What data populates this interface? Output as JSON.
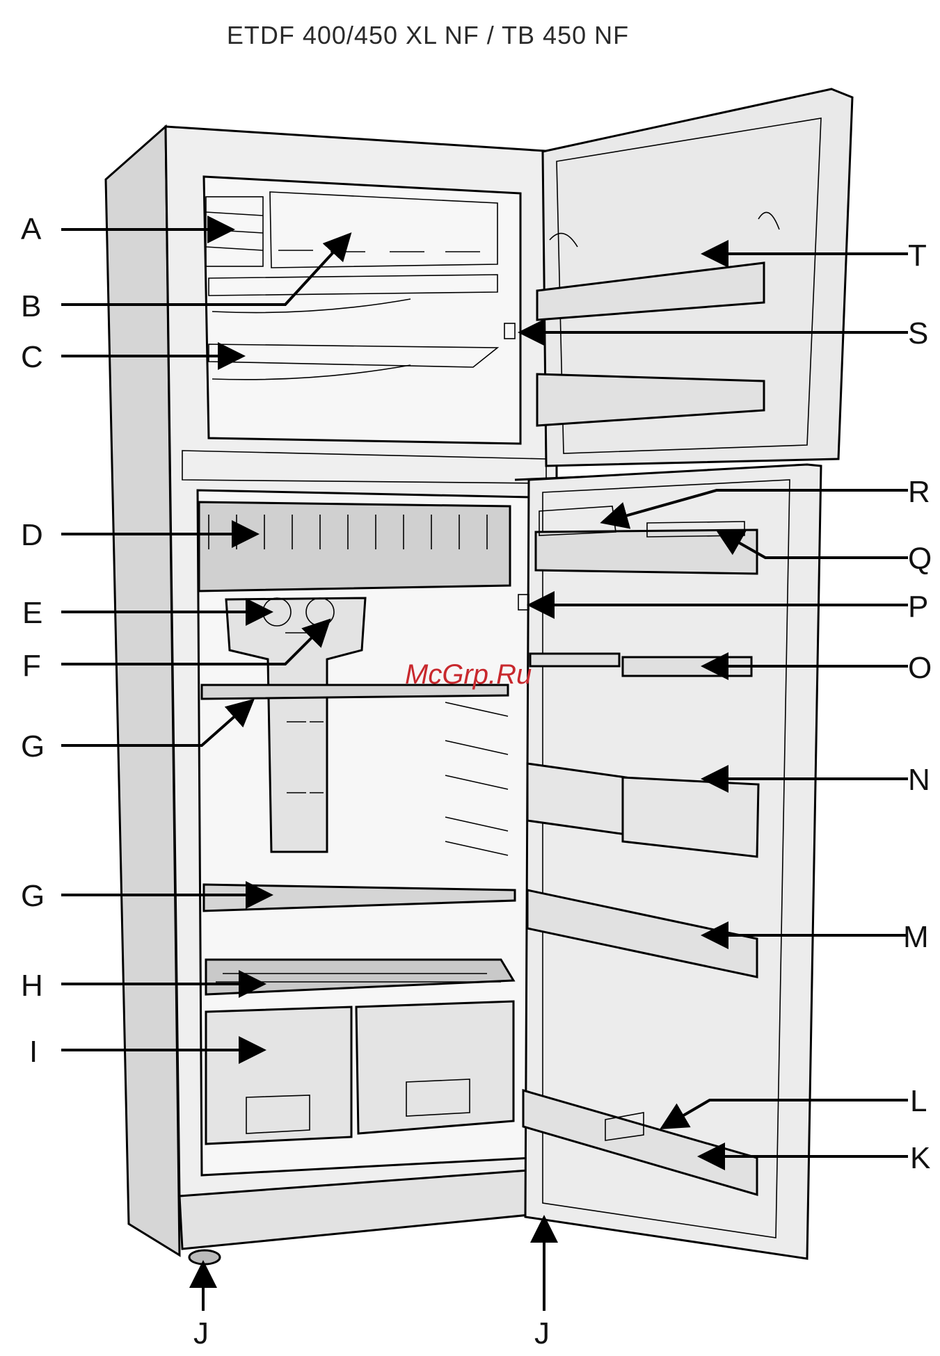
{
  "title": "ETDF 400/450 XL NF  /  TB 450 NF",
  "watermark": "McGrp.Ru",
  "labels": {
    "A": "A",
    "B": "B",
    "C": "C",
    "D": "D",
    "E": "E",
    "F": "F",
    "G1": "G",
    "G2": "G",
    "H": "H",
    "I": "I",
    "J1": "J",
    "J2": "J",
    "K": "K",
    "L": "L",
    "M": "M",
    "N": "N",
    "O": "O",
    "P": "P",
    "Q": "Q",
    "R": "R",
    "S": "S",
    "T": "T"
  },
  "colors": {
    "watermark": "#c8282d",
    "ink": "#111111",
    "shade": "#d9d9d9",
    "light": "#efefef"
  }
}
